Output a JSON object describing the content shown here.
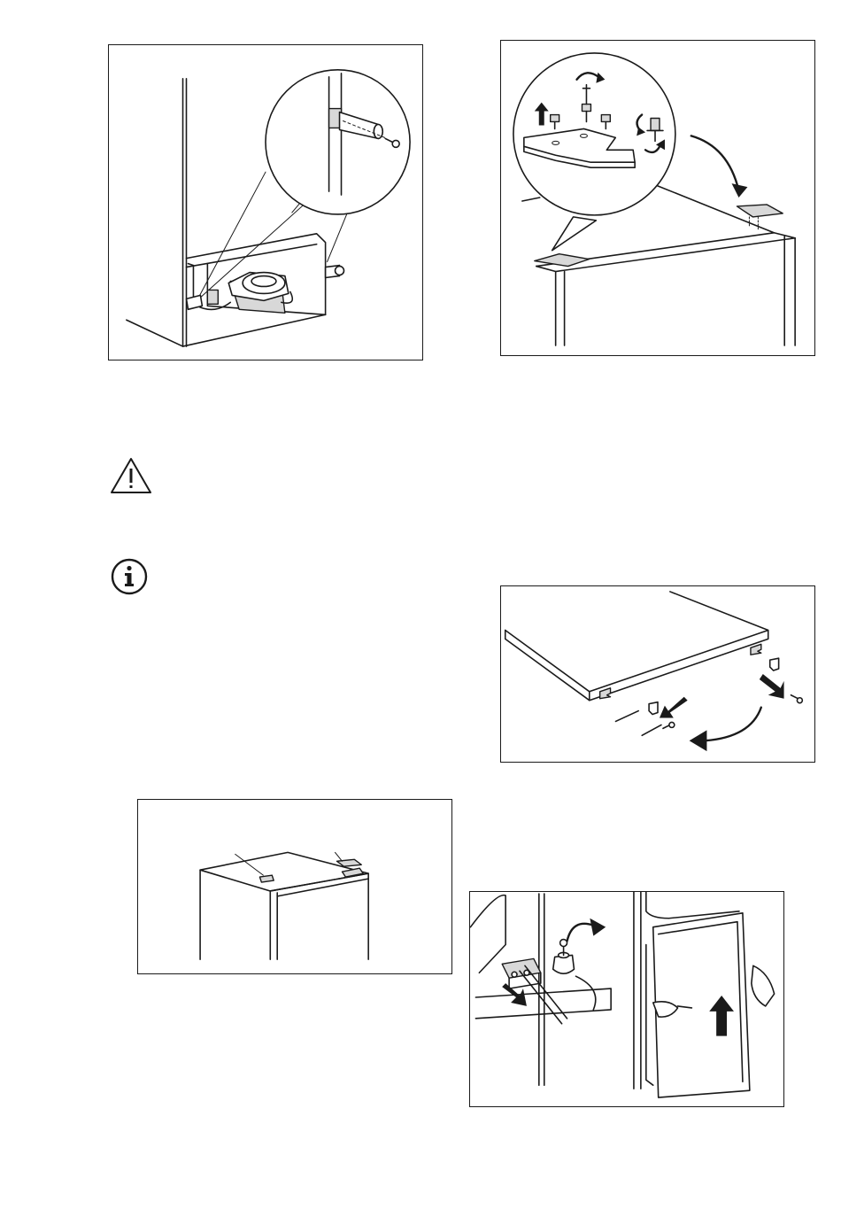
{
  "figures": [
    {
      "id": "fig-water-drain-pins",
      "icon": "figure-drain-and-pins"
    },
    {
      "id": "fig-top-hinge-removal",
      "icon": "figure-top-hinge"
    },
    {
      "id": "fig-door-cover-swap",
      "icon": "figure-door-cover"
    },
    {
      "id": "fig-cabinet-top-hinge-holes",
      "icon": "figure-cabinet-top"
    },
    {
      "id": "fig-lower-hinge-door-lift",
      "icon": "figure-lower-hinge"
    }
  ],
  "notices": [
    {
      "type": "warning",
      "icon": "warning-triangle-icon"
    },
    {
      "type": "information",
      "icon": "info-circle-icon"
    }
  ],
  "colors": {
    "line": "#1a1a1a",
    "paper": "#ffffff",
    "shade": "#d8d8d8"
  }
}
